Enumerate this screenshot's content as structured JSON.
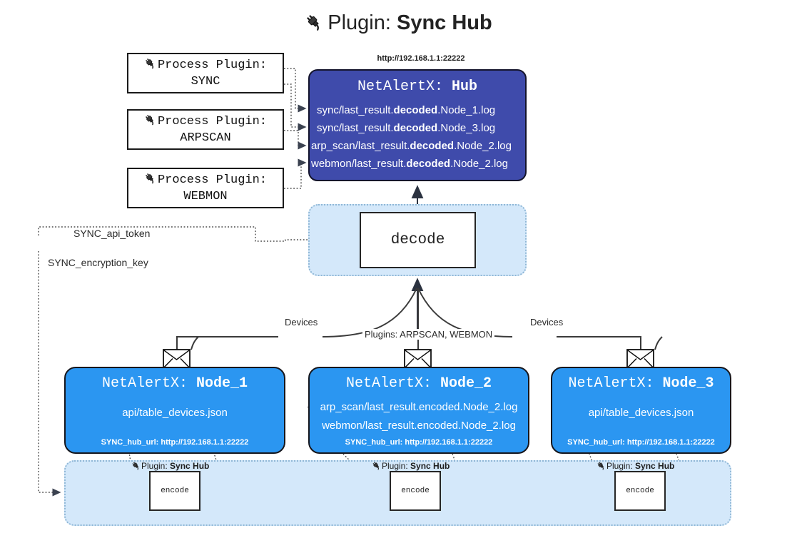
{
  "title": {
    "icon": "plug-icon",
    "prefix": "Plugin: ",
    "name": "Sync Hub"
  },
  "process_plugins": [
    {
      "line1": "Process Plugin:",
      "line2": "SYNC",
      "icon": "plug-icon"
    },
    {
      "line1": "Process Plugin:",
      "line2": "ARPSCAN",
      "icon": "plug-icon"
    },
    {
      "line1": "Process Plugin:",
      "line2": "WEBMON",
      "icon": "plug-icon"
    }
  ],
  "hub": {
    "url": "http://192.168.1.1:22222",
    "title_prefix": "NetAlertX: ",
    "title_name": "Hub",
    "lines": [
      {
        "pre": "sync/last_result.",
        "bold": "decoded",
        "post": ".Node_1.log"
      },
      {
        "pre": "sync/last_result.",
        "bold": "decoded",
        "post": ".Node_3.log"
      },
      {
        "pre": "arp_scan/last_result.",
        "bold": "decoded",
        "post": ".Node_2.log"
      },
      {
        "pre": "webmon/last_result.",
        "bold": "decoded",
        "post": ".Node_2.log"
      }
    ],
    "color": "#3f4bab"
  },
  "decode": {
    "label": "decode",
    "cluster_color": "#d4e8fa"
  },
  "secrets": [
    {
      "label": "SYNC_api_token"
    },
    {
      "label": "SYNC_encryption_key"
    }
  ],
  "edge_labels": {
    "devices_left": "Devices",
    "devices_right": "Devices",
    "plugins_mid": "Plugins: ARPSCAN, WEBMON"
  },
  "nodes": [
    {
      "title_prefix": "NetAlertX: ",
      "title_name": "Node_1",
      "icon": "envelope-icon",
      "lines": [
        "api/table_devices.json"
      ],
      "footer": "SYNC_hub_url: http://192.168.1.1:22222",
      "color": "#2b96f1"
    },
    {
      "title_prefix": "NetAlertX: ",
      "title_name": "Node_2",
      "icon": "envelope-icon",
      "lines": [
        "arp_scan/last_result.encoded.Node_2.log",
        "webmon/last_result.encoded.Node_2.log"
      ],
      "footer": "SYNC_hub_url: http://192.168.1.1:22222",
      "color": "#2b96f1"
    },
    {
      "title_prefix": "NetAlertX: ",
      "title_name": "Node_3",
      "icon": "envelope-icon",
      "lines": [
        "api/table_devices.json"
      ],
      "footer": "SYNC_hub_url: http://192.168.1.1:22222",
      "color": "#2b96f1"
    }
  ],
  "encoders": [
    {
      "tag_prefix": "Plugin: ",
      "tag_name": "Sync Hub",
      "label": "encode",
      "icon": "plug-icon"
    },
    {
      "tag_prefix": "Plugin: ",
      "tag_name": "Sync Hub",
      "label": "encode",
      "icon": "plug-icon"
    },
    {
      "tag_prefix": "Plugin: ",
      "tag_name": "Sync Hub",
      "label": "encode",
      "icon": "plug-icon"
    }
  ]
}
